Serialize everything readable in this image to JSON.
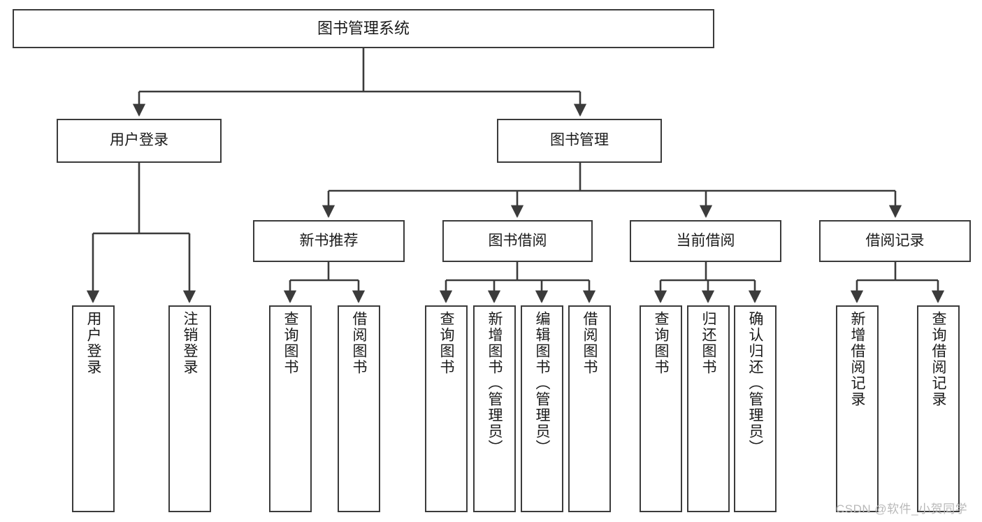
{
  "diagram": {
    "type": "tree-flowchart",
    "title": "图书管理系统",
    "watermark": "CSDN @软件_小贺同学",
    "colors": {
      "box_border": "#3b3b3b",
      "box_fill": "#ffffff",
      "connector": "#3b3b3b",
      "text": "#1a1a1a",
      "watermark": "#b9b9b9"
    },
    "nodes": {
      "root": {
        "label": "图书管理系统"
      },
      "level2": [
        {
          "label": "用户登录"
        },
        {
          "label": "图书管理"
        }
      ],
      "level3": [
        {
          "label": "新书推荐"
        },
        {
          "label": "图书借阅"
        },
        {
          "label": "当前借阅"
        },
        {
          "label": "借阅记录"
        }
      ],
      "leaves": {
        "user_login": [
          {
            "label": "用户登录"
          },
          {
            "label": "注销登录"
          }
        ],
        "new_books": [
          {
            "label": "查询图书"
          },
          {
            "label": "借阅图书"
          }
        ],
        "book_borrow": [
          {
            "label": "查询图书"
          },
          {
            "label": "新增图书（管理员）"
          },
          {
            "label": "编辑图书（管理员）"
          },
          {
            "label": "借阅图书"
          }
        ],
        "current_borrow": [
          {
            "label": "查询图书"
          },
          {
            "label": "归还图书"
          },
          {
            "label": "确认归还（管理员）"
          }
        ],
        "borrow_records": [
          {
            "label": "新增借阅记录"
          },
          {
            "label": "查询借阅记录"
          }
        ]
      }
    }
  }
}
